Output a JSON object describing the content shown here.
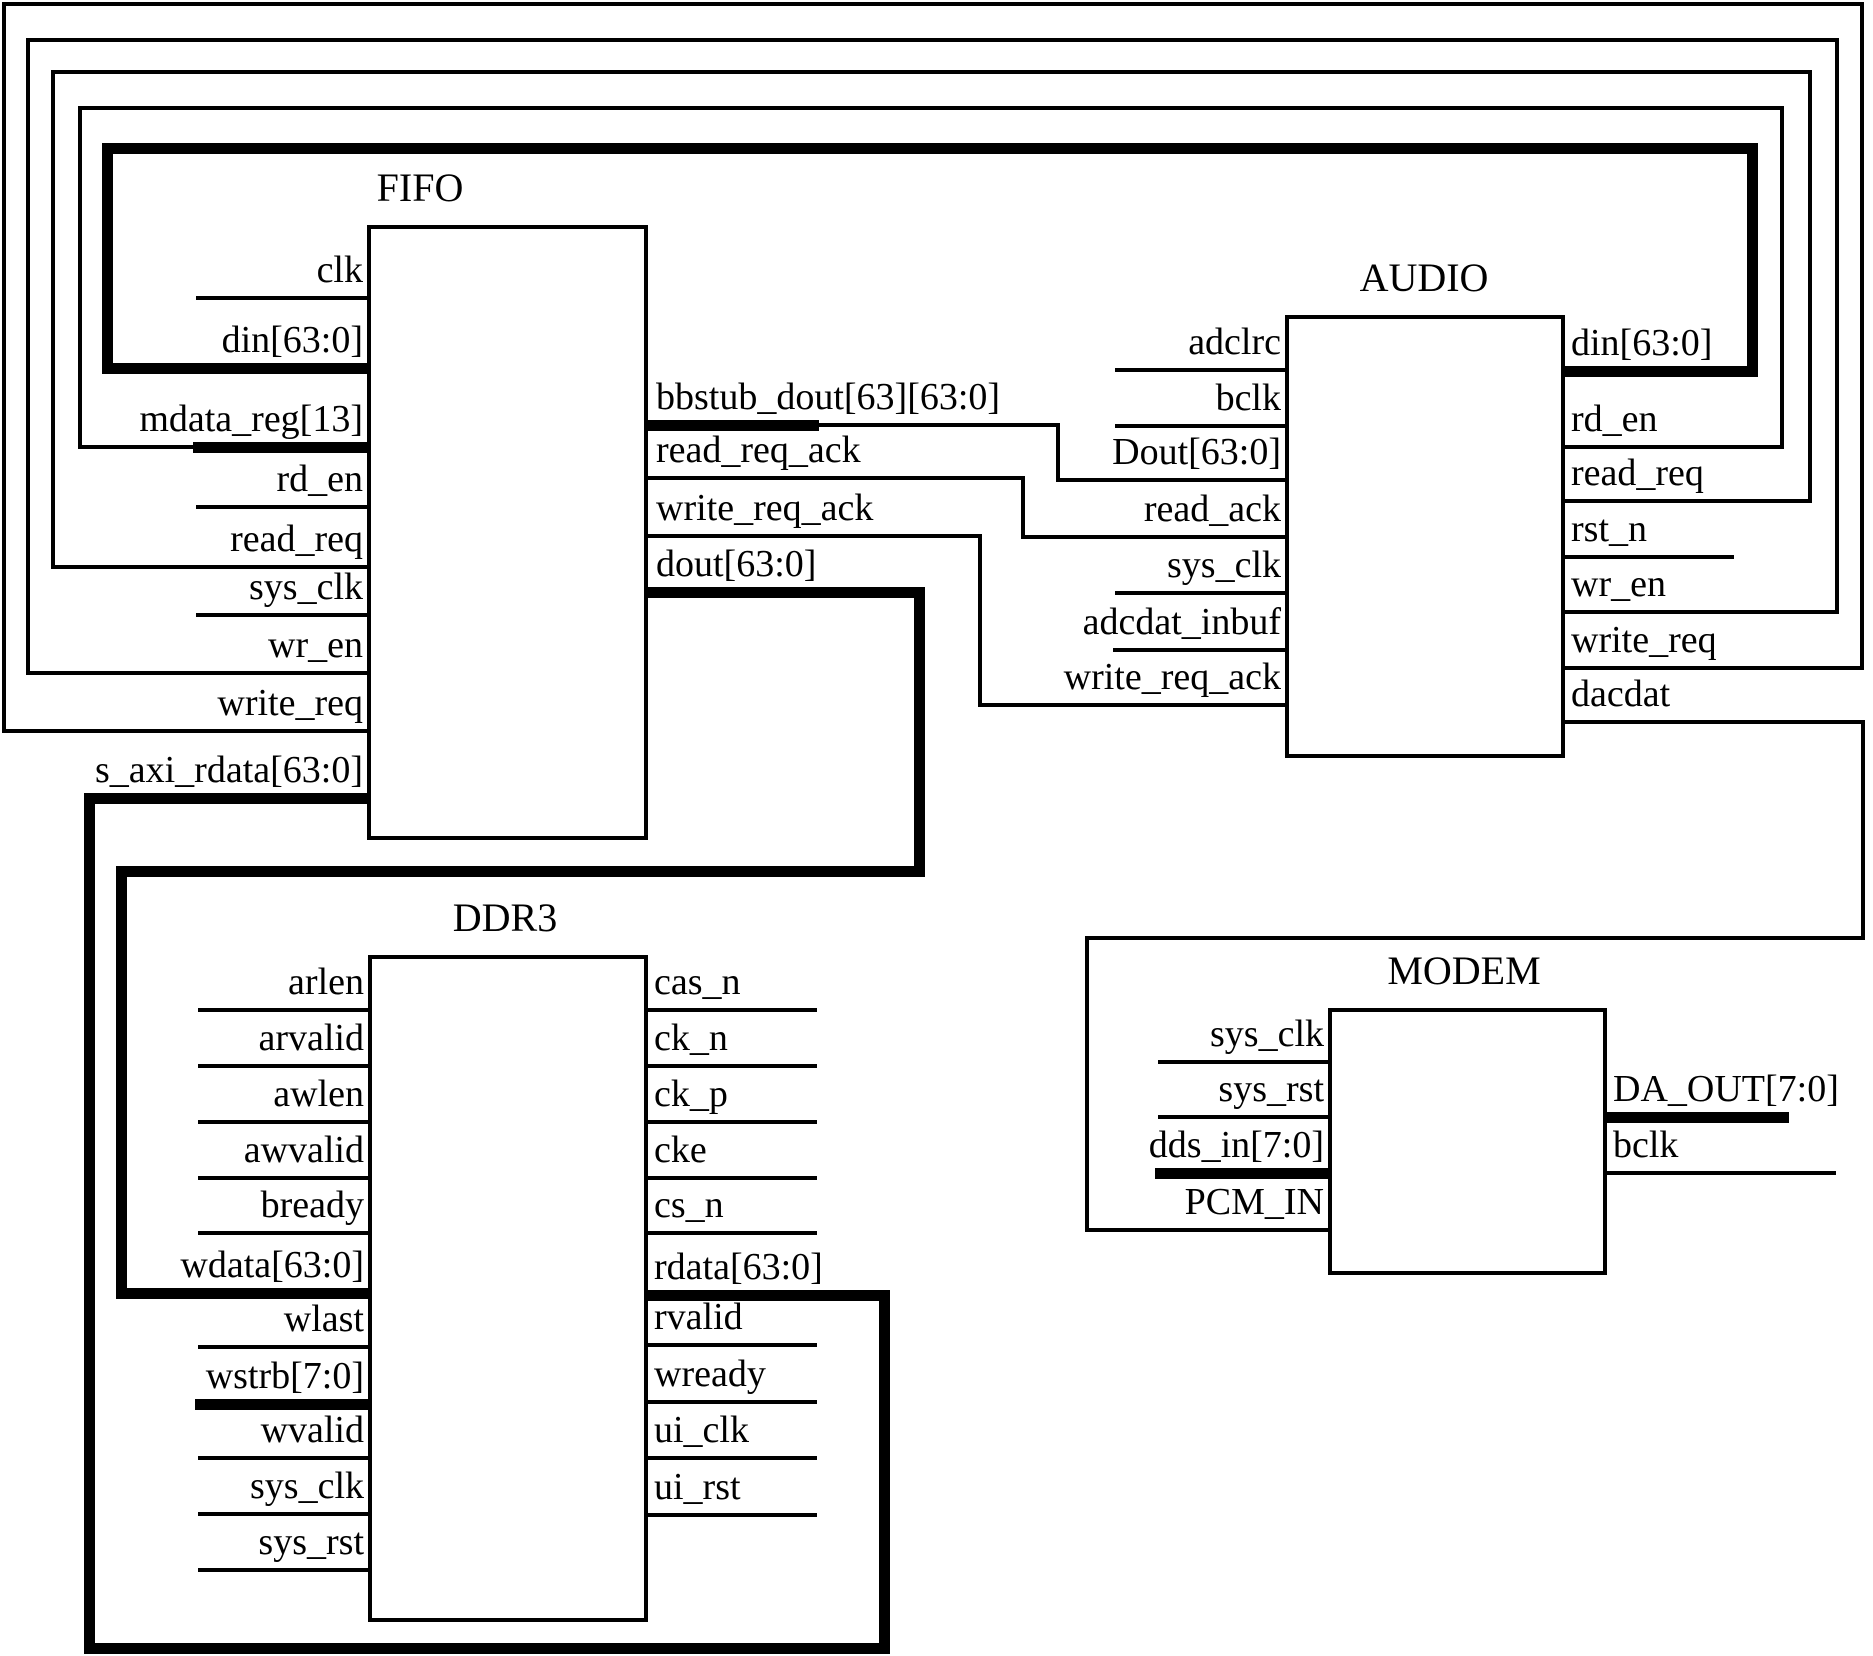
{
  "diagram": {
    "background_color": "#ffffff",
    "line_color": "#000000",
    "modules": [
      {
        "id": "FIFO",
        "title": "FIFO",
        "left_ports": [
          {
            "name": "clk",
            "bus": false
          },
          {
            "name": "din[63:0]",
            "bus": true
          },
          {
            "name": "mdata_reg[13]",
            "bus": true
          },
          {
            "name": "rd_en",
            "bus": false
          },
          {
            "name": "read_req",
            "bus": false
          },
          {
            "name": "sys_clk",
            "bus": false
          },
          {
            "name": "wr_en",
            "bus": false
          },
          {
            "name": "write_req",
            "bus": false
          },
          {
            "name": "s_axi_rdata[63:0]",
            "bus": true
          }
        ],
        "right_ports": [
          {
            "name": "bbstub_dout[63][63:0]",
            "bus": true
          },
          {
            "name": "read_req_ack",
            "bus": false
          },
          {
            "name": "write_req_ack",
            "bus": false
          },
          {
            "name": "dout[63:0]",
            "bus": true
          }
        ]
      },
      {
        "id": "AUDIO",
        "title": "AUDIO",
        "left_ports": [
          {
            "name": "adclrc",
            "bus": false
          },
          {
            "name": "bclk",
            "bus": false
          },
          {
            "name": "Dout[63:0]",
            "bus": true
          },
          {
            "name": "read_ack",
            "bus": false
          },
          {
            "name": "sys_clk",
            "bus": false
          },
          {
            "name": "adcdat_inbuf",
            "bus": false
          },
          {
            "name": "write_req_ack",
            "bus": false
          }
        ],
        "right_ports": [
          {
            "name": "din[63:0]",
            "bus": true
          },
          {
            "name": "rd_en",
            "bus": false
          },
          {
            "name": "read_req",
            "bus": false
          },
          {
            "name": "rst_n",
            "bus": false
          },
          {
            "name": "wr_en",
            "bus": false
          },
          {
            "name": "write_req",
            "bus": false
          },
          {
            "name": "dacdat",
            "bus": false
          }
        ]
      },
      {
        "id": "DDR3",
        "title": "DDR3",
        "left_ports": [
          {
            "name": "arlen",
            "bus": false
          },
          {
            "name": "arvalid",
            "bus": false
          },
          {
            "name": "awlen",
            "bus": false
          },
          {
            "name": "awvalid",
            "bus": false
          },
          {
            "name": "bready",
            "bus": false
          },
          {
            "name": "wdata[63:0]",
            "bus": true
          },
          {
            "name": "wlast",
            "bus": false
          },
          {
            "name": "wstrb[7:0]",
            "bus": true
          },
          {
            "name": "wvalid",
            "bus": false
          },
          {
            "name": "sys_clk",
            "bus": false
          },
          {
            "name": "sys_rst",
            "bus": false
          }
        ],
        "right_ports": [
          {
            "name": "cas_n",
            "bus": false
          },
          {
            "name": "ck_n",
            "bus": false
          },
          {
            "name": "ck_p",
            "bus": false
          },
          {
            "name": "cke",
            "bus": false
          },
          {
            "name": "cs_n",
            "bus": false
          },
          {
            "name": "rdata[63:0]",
            "bus": true
          },
          {
            "name": "rvalid",
            "bus": false
          },
          {
            "name": "wready",
            "bus": false
          },
          {
            "name": "ui_clk",
            "bus": false
          },
          {
            "name": "ui_rst",
            "bus": false
          }
        ]
      },
      {
        "id": "MODEM",
        "title": "MODEM",
        "left_ports": [
          {
            "name": "sys_clk",
            "bus": false
          },
          {
            "name": "sys_rst",
            "bus": false
          },
          {
            "name": "dds_in[7:0]",
            "bus": true
          },
          {
            "name": "PCM_IN",
            "bus": false
          }
        ],
        "right_ports": [
          {
            "name": "DA_OUT[7:0]",
            "bus": true
          },
          {
            "name": "bclk",
            "bus": false
          }
        ]
      }
    ],
    "connections": [
      {
        "from": "FIFO.din[63:0]",
        "to": "AUDIO.din[63:0]",
        "bus": true
      },
      {
        "from": "FIFO.mdata_reg[13]",
        "to": "AUDIO.rd_en",
        "bus": true
      },
      {
        "from": "FIFO.read_req",
        "to": "AUDIO.read_req",
        "bus": false
      },
      {
        "from": "FIFO.wr_en",
        "to": "AUDIO.wr_en",
        "bus": false
      },
      {
        "from": "FIFO.write_req",
        "to": "AUDIO.write_req",
        "bus": false
      },
      {
        "from": "FIFO.bbstub_dout[63][63:0]",
        "to": "AUDIO.Dout[63:0]",
        "bus": true
      },
      {
        "from": "FIFO.read_req_ack",
        "to": "AUDIO.read_ack",
        "bus": false
      },
      {
        "from": "FIFO.write_req_ack",
        "to": "AUDIO.write_req_ack",
        "bus": false
      },
      {
        "from": "FIFO.dout[63:0]",
        "to": "DDR3.wdata[63:0]",
        "bus": true
      },
      {
        "from": "FIFO.s_axi_rdata[63:0]",
        "to": "DDR3.rdata[63:0]",
        "bus": true
      },
      {
        "from": "AUDIO.dacdat",
        "to": "MODEM.PCM_IN",
        "bus": false
      }
    ]
  }
}
